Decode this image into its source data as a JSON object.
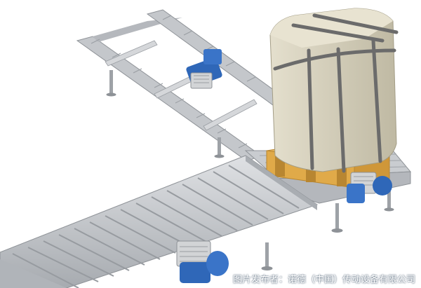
{
  "image": {
    "subject": "conveyor-system",
    "caption": "图片发布者：诺德（中国）传动设备有限公司"
  },
  "colors": {
    "frame": "#b9bcc0",
    "frame_dark": "#8e9297",
    "motor": "#2f67b8",
    "pallet": "#e6b55c",
    "load": "#cfc9b4",
    "strap": "#6b6b6b"
  },
  "icons": [
    "gear-motor",
    "gear-motor",
    "gear-motor",
    "pallet-load"
  ]
}
